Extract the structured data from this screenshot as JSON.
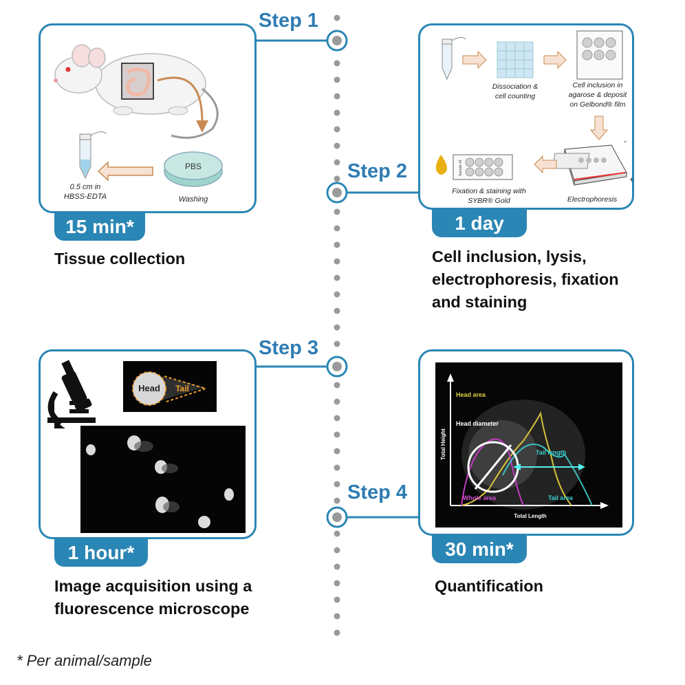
{
  "steps": [
    {
      "label": "Step 1",
      "duration": "15 min*",
      "caption": "Tissue collection",
      "texts": {
        "pbs": "PBS",
        "washing": "Washing",
        "tube1": "0.5 cm in",
        "tube2": "HBSS-EDTA"
      }
    },
    {
      "label": "Step 2",
      "duration": "1 day",
      "caption_lines": [
        "Cell inclusion, lysis,",
        "electrophoresis, fixation",
        "and staining"
      ],
      "texts": {
        "dissociation1": "Dissociation &",
        "dissociation2": "cell counting",
        "inclusion1": "Cell inclusion in",
        "inclusion2": "agarose & deposit",
        "inclusion3": "on Gelbond® film",
        "electro": "Electrophoresis",
        "fix1": "Fixation & staining with",
        "fix2": "SYBR® Gold",
        "sample": "Sample #1",
        "plus": "+",
        "minus": "-"
      }
    },
    {
      "label": "Step 3",
      "duration": "1 hour*",
      "caption_lines": [
        "Image acquisition using a",
        "fluorescence microscope"
      ],
      "texts": {
        "head": "Head",
        "tail": "Tail"
      }
    },
    {
      "label": "Step 4",
      "duration": "30 min*",
      "caption": "Quantification",
      "texts": {
        "head_area": "Head area",
        "head_diameter": "Head diameter",
        "tail_length": "Tail length",
        "whole_area": "Whole area",
        "tail_area": "Tail area",
        "total_height": "Total Height",
        "total_length": "Total Length"
      }
    }
  ],
  "footnote": "* Per animal/sample",
  "colors": {
    "accent": "#2a86b4",
    "step_text": "#2f7cb3",
    "dots": "#9a9a9a",
    "arrow": "#f7e1d2"
  }
}
